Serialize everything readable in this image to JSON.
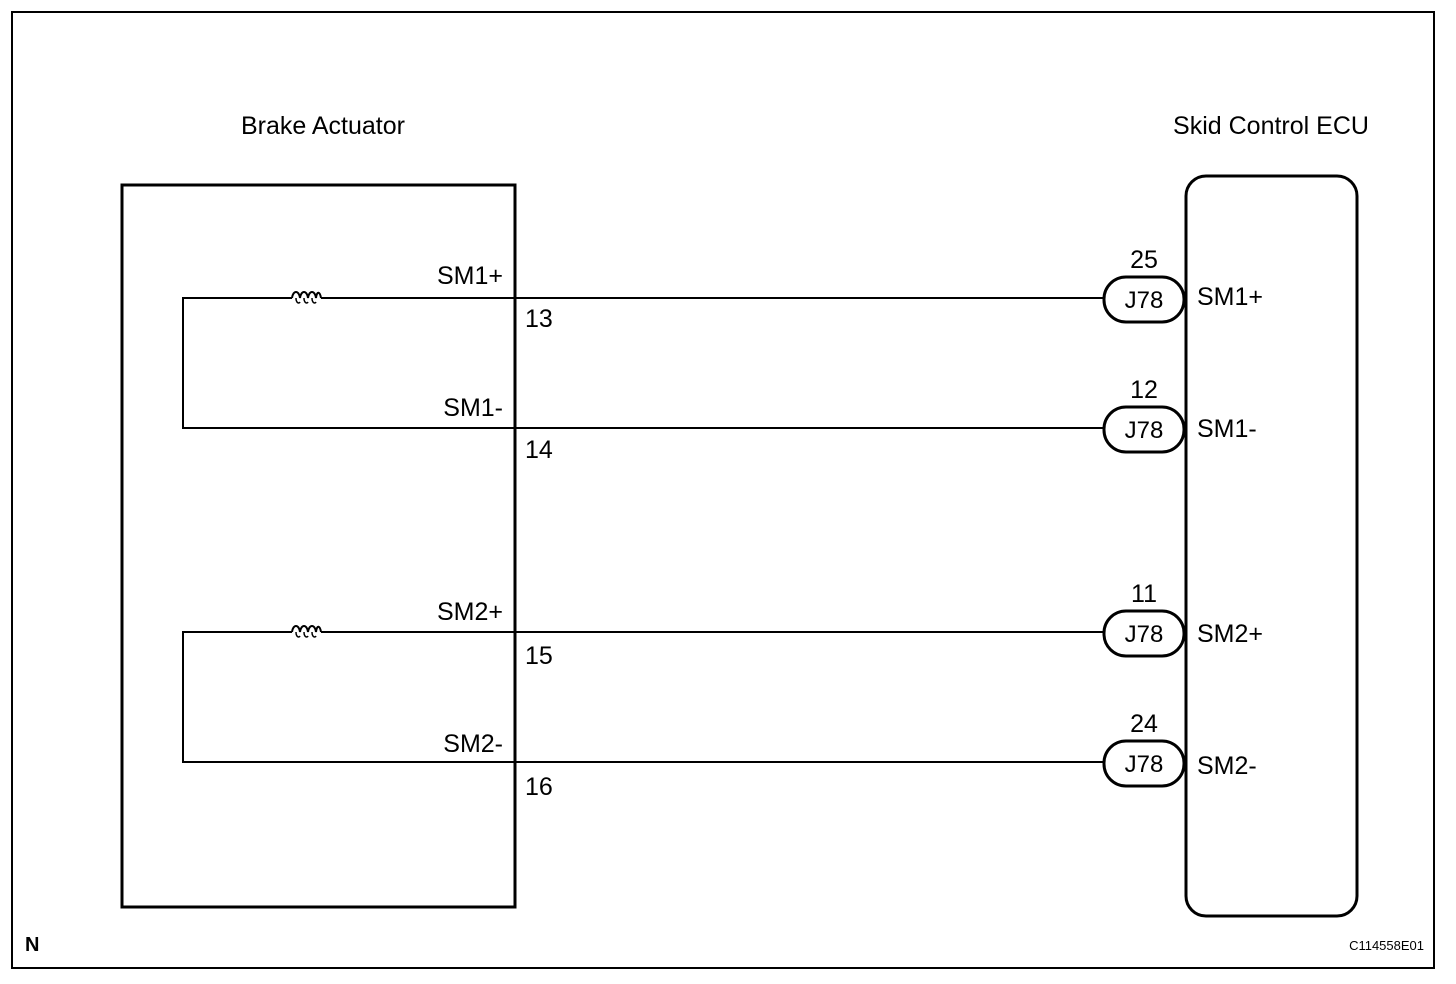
{
  "frame": {
    "corner_mark": "N",
    "figure_code": "C114558E01"
  },
  "components": {
    "brake_actuator": {
      "label": "Brake Actuator"
    },
    "skid_control_ecu": {
      "label": "Skid Control ECU"
    }
  },
  "circuits": [
    {
      "actuator_signal": "SM1+",
      "actuator_pin": "13",
      "connector": "J78",
      "ecu_pin": "25",
      "ecu_signal": "SM1+"
    },
    {
      "actuator_signal": "SM1-",
      "actuator_pin": "14",
      "connector": "J78",
      "ecu_pin": "12",
      "ecu_signal": "SM1-"
    },
    {
      "actuator_signal": "SM2+",
      "actuator_pin": "15",
      "connector": "J78",
      "ecu_pin": "11",
      "ecu_signal": "SM2+"
    },
    {
      "actuator_signal": "SM2-",
      "actuator_pin": "16",
      "connector": "J78",
      "ecu_pin": "24",
      "ecu_signal": "SM2-"
    }
  ],
  "colors": {
    "line": "#000000",
    "background": "#ffffff"
  }
}
